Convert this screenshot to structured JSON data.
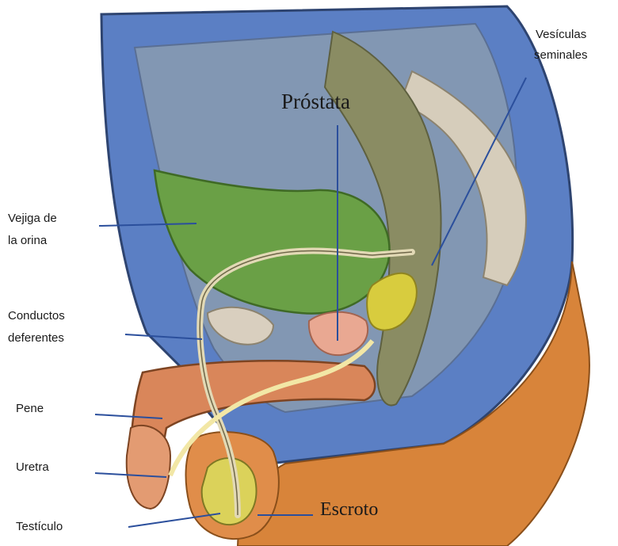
{
  "labels": {
    "vesiculas_line1": "Vesículas",
    "vesiculas_line2": "seminales",
    "prostata": "Próstata",
    "vejiga_line1": "Vejiga de",
    "vejiga_line2": "la orina",
    "conductos_line1": "Conductos",
    "conductos_line2": "deferentes",
    "pene": "Pene",
    "uretra": "Uretra",
    "testiculo": "Testículo",
    "escroto": "Escroto"
  },
  "colors": {
    "body_fill": "#5b7fc4",
    "body_inner": "#7d96b8",
    "bladder": "#6aa046",
    "skin": "#d8843a",
    "prostate": "#e9a892",
    "vesicle": "#d8cc3e",
    "testis": "#dbd25a",
    "rectum": "#8a8c63",
    "pointer": "#2b4f9c"
  }
}
